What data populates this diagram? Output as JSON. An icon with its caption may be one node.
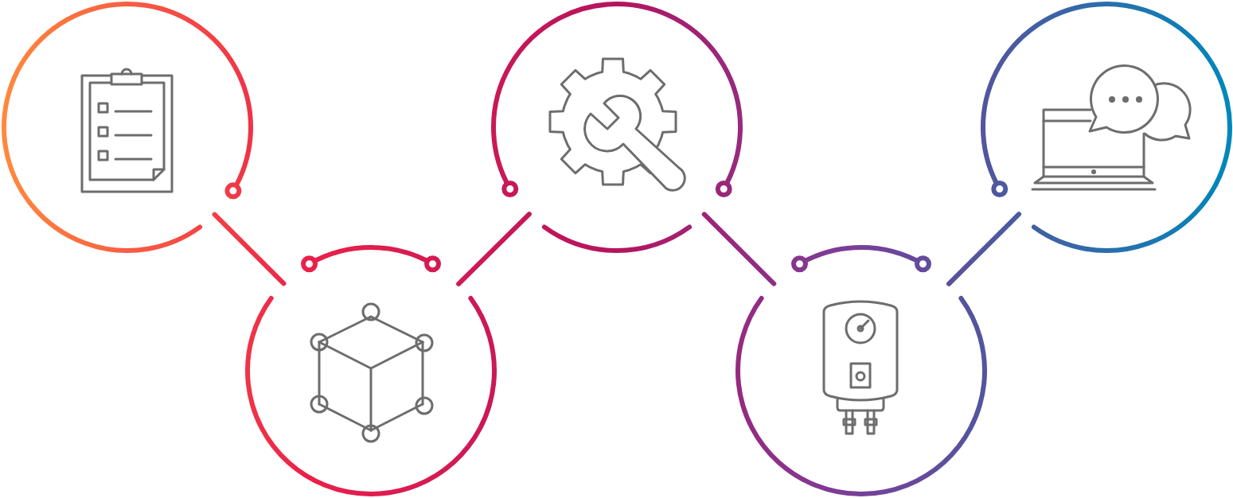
{
  "diagram": {
    "nodes": [
      {
        "text": [],
        "shape": "circle"
      },
      {
        "text": [],
        "shape": "circle"
      },
      {
        "text": [],
        "shape": "circle"
      },
      {
        "text": [],
        "shape": "circle"
      },
      {
        "text": [],
        "shape": "circle"
      }
    ],
    "edges": [
      {
        "from": 0,
        "to": 1,
        "arrow": "none"
      },
      {
        "from": 1,
        "to": 2,
        "arrow": "none"
      },
      {
        "from": 2,
        "to": 3,
        "arrow": "none"
      },
      {
        "from": 3,
        "to": 4,
        "arrow": "none"
      }
    ]
  }
}
